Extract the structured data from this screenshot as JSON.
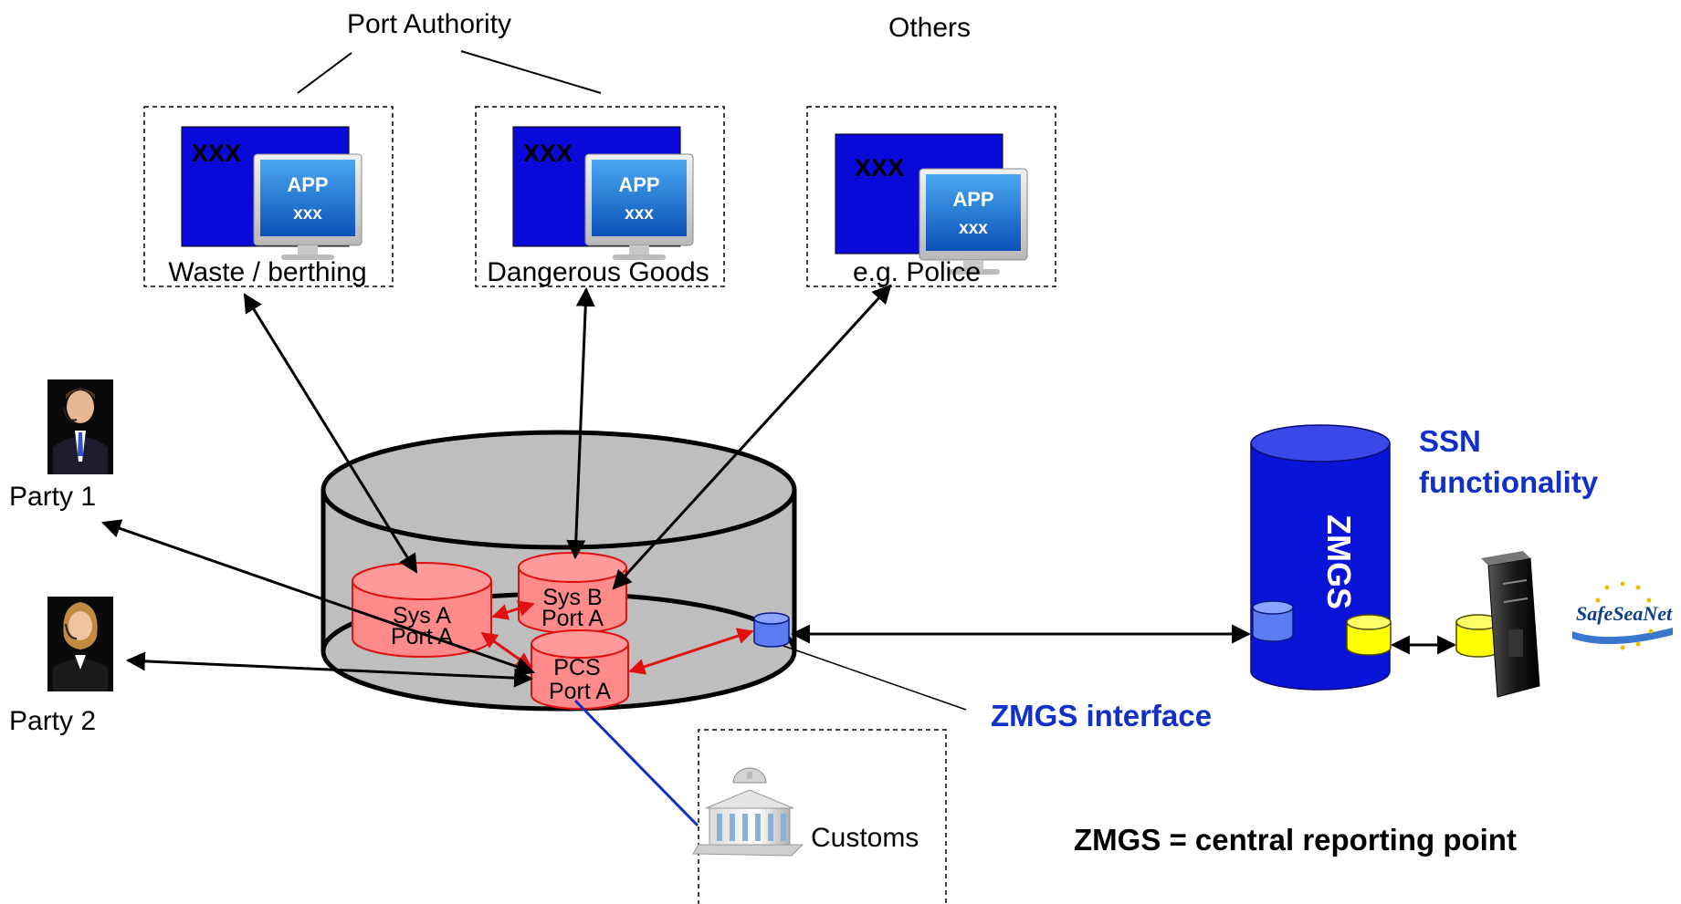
{
  "headers": {
    "port_authority": "Port Authority",
    "others": "Others"
  },
  "screens": [
    {
      "big_label": "XXX",
      "app_title": "APP",
      "app_sub": "xxx",
      "caption": "Waste / berthing"
    },
    {
      "big_label": "XXX",
      "app_title": "APP",
      "app_sub": "xxx",
      "caption": "Dangerous Goods"
    },
    {
      "big_label": "XXX",
      "app_title": "APP",
      "app_sub": "xxx",
      "caption": "e.g. Police"
    }
  ],
  "parties": [
    {
      "label": "Party 1",
      "icon": "male-operator-icon"
    },
    {
      "label": "Party 2",
      "icon": "female-operator-icon"
    }
  ],
  "port_systems": {
    "sys_a": {
      "line1": "Sys A",
      "line2": "Port A"
    },
    "sys_b": {
      "line1": "Sys B",
      "line2": "Port A"
    },
    "pcs": {
      "line1": "PCS",
      "line2": "Port A"
    }
  },
  "customs": {
    "label": "Customs",
    "icon": "government-building-icon"
  },
  "zmgs": {
    "cylinder_label": "ZMGS",
    "interface_label": "ZMGS interface",
    "ssn_line1": "SSN",
    "ssn_line2": "functionality",
    "note": "ZMGS = central reporting point"
  },
  "logo": {
    "text": "SafeSeaNet"
  },
  "colors": {
    "screen_blue": "#0a0ad8",
    "zmgs_blue": "#0a14d8",
    "db_red": "#ff8a8a",
    "db_yellow": "#ffff00",
    "label_blue": "#1030c8",
    "arrow_red": "#e01010",
    "customs_line": "#1030c0"
  }
}
